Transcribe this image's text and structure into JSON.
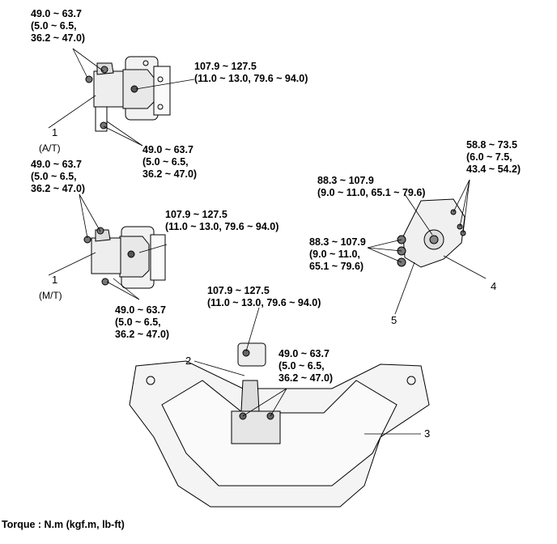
{
  "labels": {
    "at_top": [
      "49.0 ~ 63.7",
      "(5.0 ~ 6.5,",
      "36.2 ~ 47.0)"
    ],
    "at_right": [
      "107.9 ~ 127.5",
      "(11.0 ~ 13.0, 79.6 ~ 94.0)"
    ],
    "at_bottom": [
      "49.0 ~ 63.7",
      "(5.0 ~ 6.5,",
      "36.2 ~ 47.0)"
    ],
    "mt_top": [
      "49.0 ~ 63.7",
      "(5.0 ~ 6.5,",
      "36.2 ~ 47.0)"
    ],
    "mt_right": [
      "107.9 ~ 127.5",
      "(11.0 ~ 13.0, 79.6 ~ 94.0)"
    ],
    "mt_bottom": [
      "49.0 ~ 63.7",
      "(5.0 ~ 6.5,",
      "36.2 ~ 47.0)"
    ],
    "right_top": [
      "58.8 ~ 73.5",
      "(6.0 ~ 7.5,",
      "43.4 ~ 54.2)"
    ],
    "right_mid": [
      "88.3 ~ 107.9",
      "(9.0 ~ 11.0, 65.1 ~ 79.6)"
    ],
    "right_left": [
      "88.3 ~ 107.9",
      "(9.0 ~ 11.0,",
      "65.1 ~ 79.6)"
    ],
    "rod_top": [
      "107.9 ~ 127.5",
      "(11.0 ~ 13.0, 79.6 ~ 94.0)"
    ],
    "rod_right": [
      "49.0 ~ 63.7",
      "(5.0 ~ 6.5,",
      "36.2 ~ 47.0)"
    ]
  },
  "callouts": {
    "n1_at": "1",
    "at_sub": "(A/T)",
    "n1_mt": "1",
    "mt_sub": "(M/T)",
    "n2": "2",
    "n3": "3",
    "n4": "4",
    "n5": "5"
  },
  "footer": "Torque : N.m (kgf.m, lb-ft)"
}
